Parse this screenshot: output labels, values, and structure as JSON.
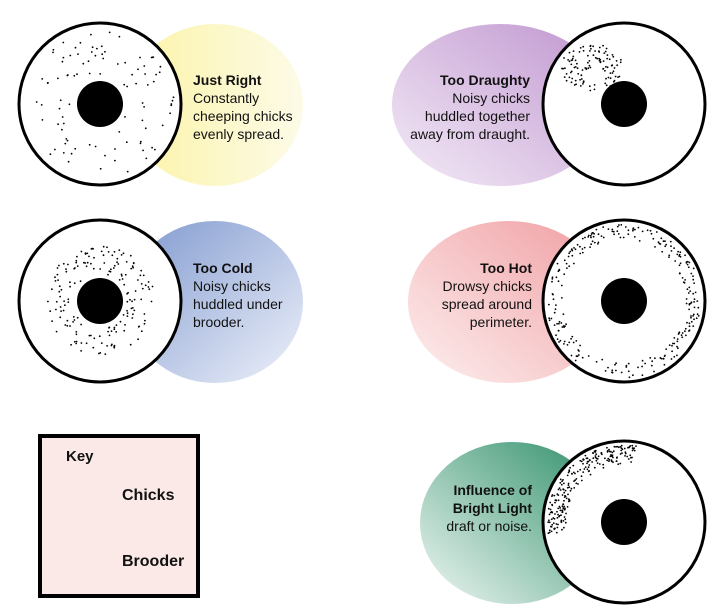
{
  "panels": {
    "just_right": {
      "title": "Just Right",
      "lines": [
        "Constantly",
        "cheeping chicks",
        "evenly spread."
      ]
    },
    "too_draughty": {
      "title": "Too Draughty",
      "lines": [
        "Noisy chicks",
        "huddled together",
        "away from draught."
      ]
    },
    "too_cold": {
      "title": "Too Cold",
      "lines": [
        "Noisy chicks",
        "huddled under",
        "brooder."
      ]
    },
    "too_hot": {
      "title": "Too Hot",
      "lines": [
        "Drowsy chicks",
        "spread around",
        "perimeter."
      ]
    },
    "bright_light": {
      "title_lines": [
        "Influence of",
        "Bright Light"
      ],
      "lines": [
        "draft or noise."
      ]
    }
  },
  "key": {
    "title": "Key",
    "chicks_label": "Chicks",
    "brooder_label": "Brooder"
  },
  "colors": {
    "just_right": "#fbf6b8",
    "too_draughty": "#c9a6d6",
    "too_cold": "#8fa6d6",
    "too_hot": "#f2a8aa",
    "bright_light": "#3e9a78",
    "key_bg": "#fbe9e7"
  }
}
